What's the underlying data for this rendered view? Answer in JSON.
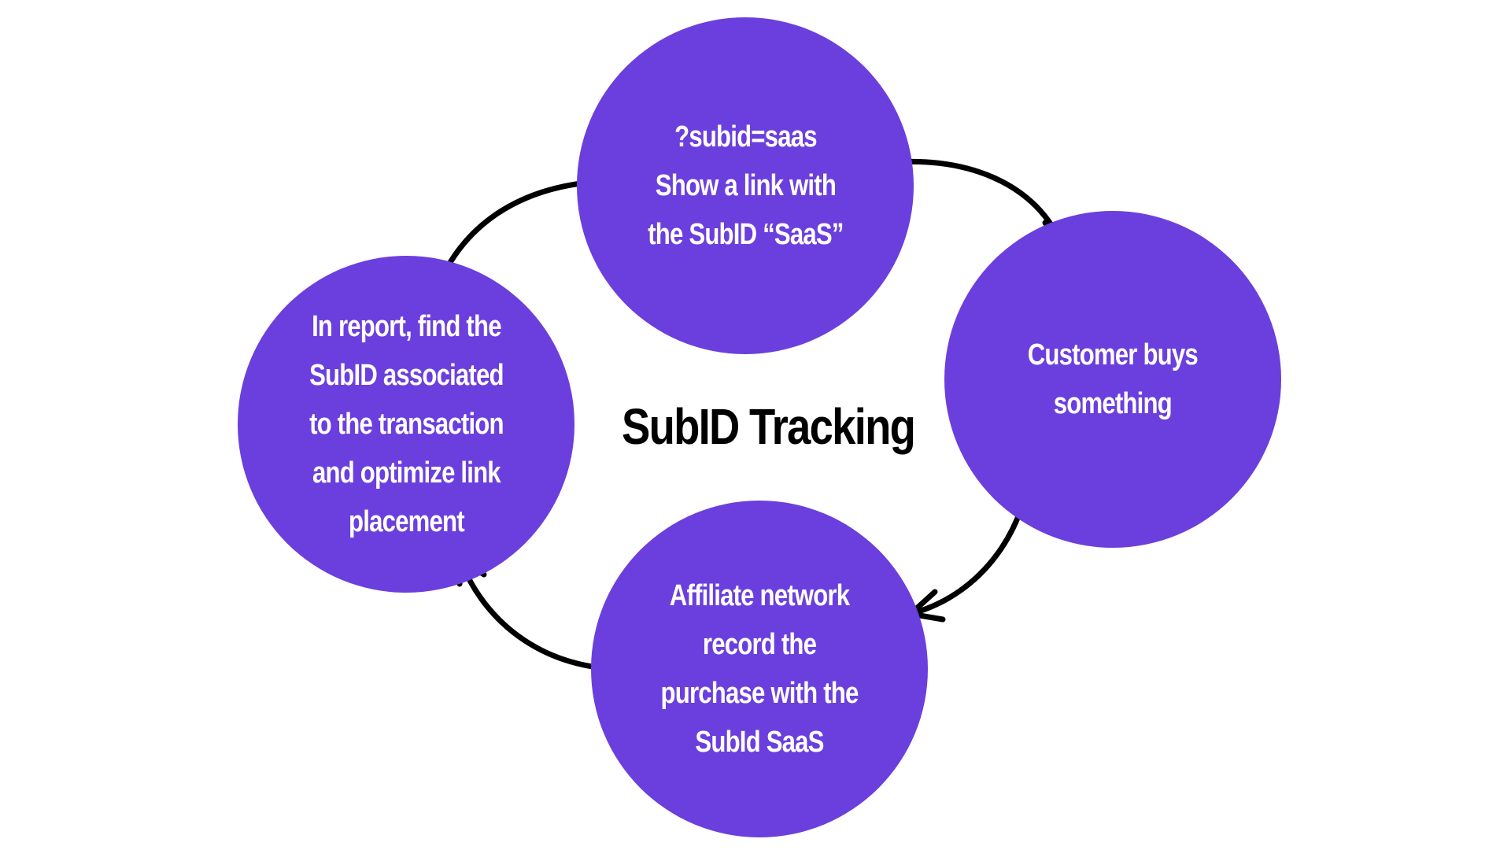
{
  "title": "SubID Tracking",
  "colors": {
    "node_fill": "#6B3FDD",
    "node_text": "#FFFFFF",
    "arrow": "#000000",
    "title": "#000000",
    "background": "#FFFFFF"
  },
  "nodes": [
    {
      "id": "top",
      "lines": [
        "?subid=saas",
        "Show a link with",
        "the SubID “SaaS”"
      ]
    },
    {
      "id": "right",
      "lines": [
        "Customer buys",
        "something"
      ]
    },
    {
      "id": "bottom",
      "lines": [
        "Affiliate network",
        "record the",
        "purchase with the",
        "SubId SaaS"
      ]
    },
    {
      "id": "left",
      "lines": [
        "In report, find the",
        "SubID associated",
        "to the transaction",
        "and optimize link",
        "placement"
      ]
    }
  ],
  "arrows": [
    {
      "from": "top",
      "to": "right"
    },
    {
      "from": "right",
      "to": "bottom"
    },
    {
      "from": "bottom",
      "to": "left"
    },
    {
      "from": "left",
      "to": "top"
    }
  ]
}
